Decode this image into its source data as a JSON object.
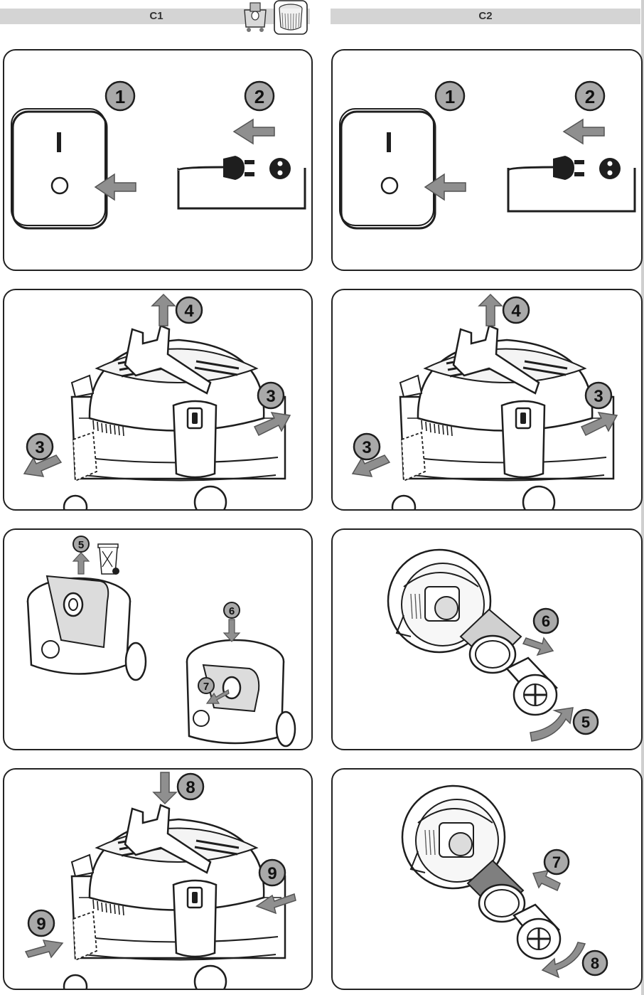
{
  "header": {
    "c1_title": "C1",
    "c2_title": "C2",
    "filter_type_icons": [
      "vacuum-bag-icon",
      "cartridge-filter-icon"
    ]
  },
  "steps": {
    "c1": {
      "panel1": [
        "1",
        "2"
      ],
      "panel2": [
        "4",
        "3",
        "3"
      ],
      "panel3": [
        "5",
        "6",
        "7"
      ],
      "panel4": [
        "8",
        "9",
        "9"
      ]
    },
    "c2": {
      "panel1": [
        "1",
        "2"
      ],
      "panel2": [
        "4",
        "3",
        "3"
      ],
      "panel3": [
        "6",
        "5"
      ],
      "panel4": [
        "7",
        "8"
      ]
    }
  },
  "icons": {
    "switch": "power-switch-icon",
    "plug": "power-plug-icon",
    "info": "info-icon",
    "trash": "waste-bin-icon",
    "vacuum": "vacuum-cleaner-icon",
    "filter": "cartridge-filter-icon",
    "bag": "dust-bag-icon"
  },
  "colors": {
    "badge": "#a9a9a9",
    "arrow": "#8f8f8f",
    "outline": "#1e1e1e",
    "header_bar": "#d4d4d4"
  }
}
